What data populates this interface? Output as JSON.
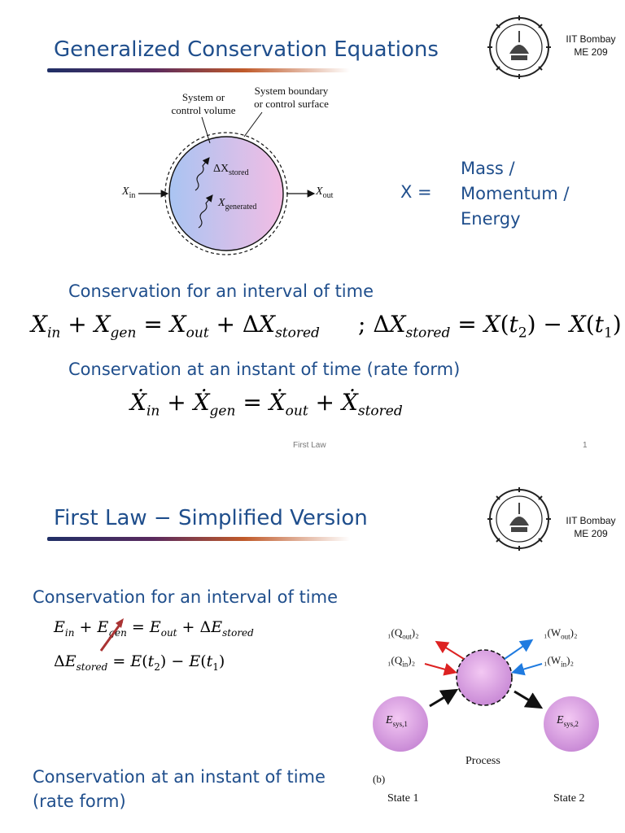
{
  "slide1": {
    "title": "Generalized Conservation Equations",
    "institution": "IIT Bombay",
    "course": "ME 209",
    "diagram": {
      "label_system": "System or control volume",
      "label_system_l1": "System or",
      "label_system_l2": "control volume",
      "label_boundary_l1": "System boundary",
      "label_boundary_l2": "or control surface",
      "x_in": "X",
      "x_in_sub": "in",
      "x_out": "X",
      "x_out_sub": "out",
      "stored": "ΔX",
      "stored_sub": "stored",
      "generated": "X",
      "generated_sub": "generated"
    },
    "x_equals": "X =",
    "x_options": [
      "Mass /",
      "Momentum /",
      "Energy"
    ],
    "sub1": "Conservation for an interval of time",
    "sub2": "Conservation at an instant of time (rate form)",
    "footer_label": "First Law",
    "page": "1"
  },
  "slide2": {
    "title": "First Law − Simplified Version",
    "institution": "IIT Bombay",
    "course": "ME 209",
    "sub1": "Conservation for an interval of time",
    "sub2_l1": "Conservation at an instant of time",
    "sub2_l2": "(rate form)",
    "diagram": {
      "q_out": "₁(Q",
      "q_out_sub": "out",
      "q_out_end": ")₂",
      "q_in": "₁(Q",
      "q_in_sub": "in",
      "q_in_end": ")₂",
      "w_out": "₁(W",
      "w_out_sub": "out",
      "w_out_end": ")₂",
      "w_in": "₁(W",
      "w_in_sub": "in",
      "w_in_end": ")₂",
      "e1": "E",
      "e1_sub": "sys,1",
      "e2": "E",
      "e2_sub": "sys,2",
      "process": "Process",
      "panel": "(b)",
      "state1": "State 1",
      "state2": "State 2"
    }
  }
}
